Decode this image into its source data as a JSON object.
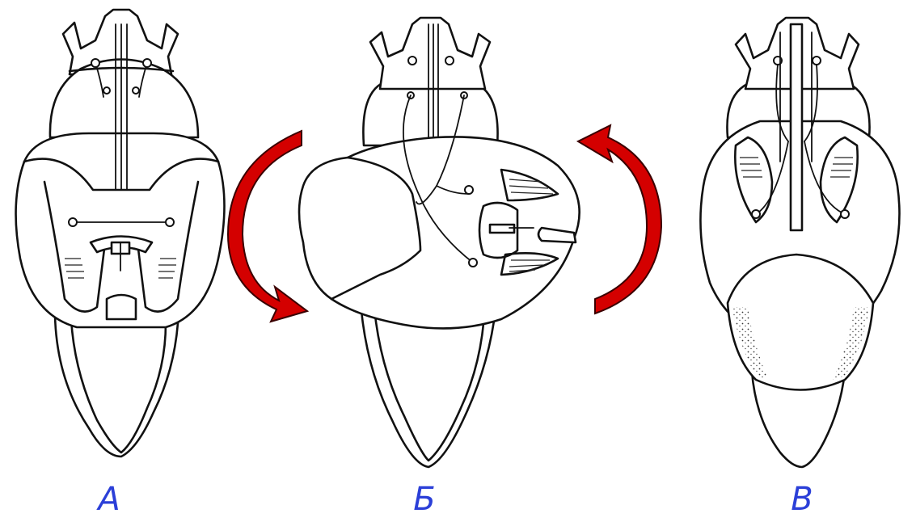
{
  "figure": {
    "panels": [
      {
        "id": "a",
        "label": "А"
      },
      {
        "id": "b",
        "label": "Б"
      },
      {
        "id": "c",
        "label": "В"
      }
    ],
    "arrow_color": "#d40000",
    "label_color": "#2b3fd8"
  }
}
